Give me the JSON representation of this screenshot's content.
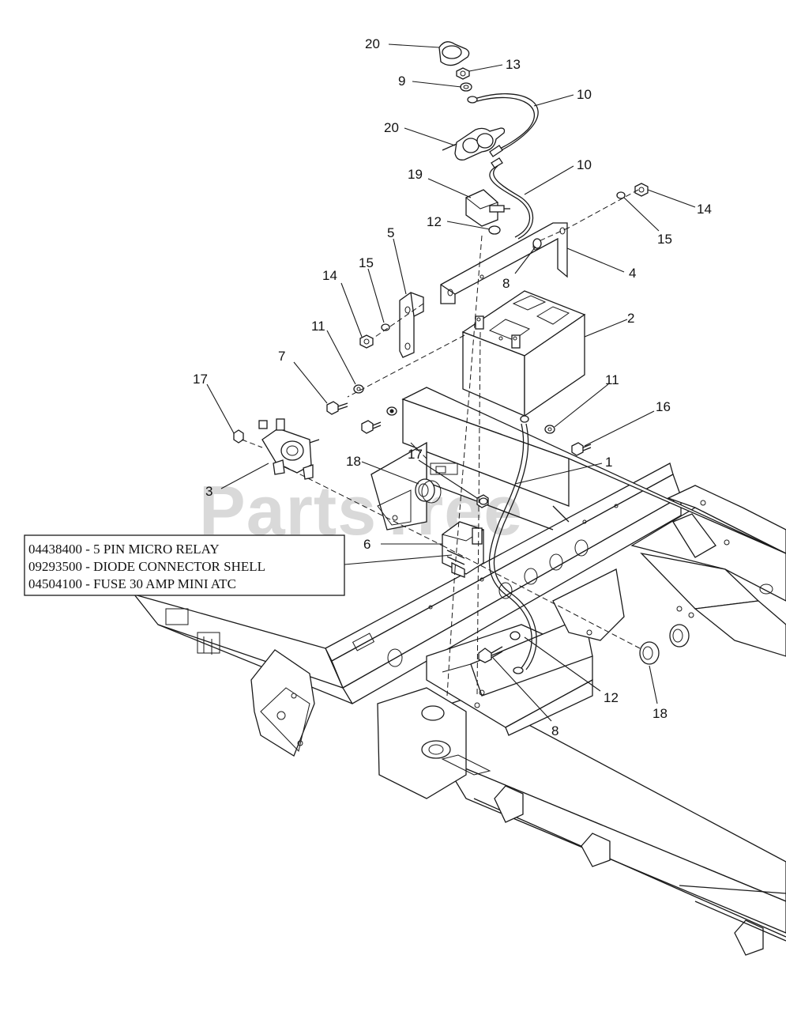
{
  "watermark": "PartsTree",
  "callouts": [
    {
      "id": "c20a",
      "label": "20"
    },
    {
      "id": "c13",
      "label": "13"
    },
    {
      "id": "c9",
      "label": "9"
    },
    {
      "id": "c10a",
      "label": "10"
    },
    {
      "id": "c20b",
      "label": "20"
    },
    {
      "id": "c10b",
      "label": "10"
    },
    {
      "id": "c19",
      "label": "19"
    },
    {
      "id": "c14a",
      "label": "14"
    },
    {
      "id": "c12a",
      "label": "12"
    },
    {
      "id": "c15a",
      "label": "15"
    },
    {
      "id": "c5",
      "label": "5"
    },
    {
      "id": "c4",
      "label": "4"
    },
    {
      "id": "c8a",
      "label": "8"
    },
    {
      "id": "c14b",
      "label": "14"
    },
    {
      "id": "c15b",
      "label": "15"
    },
    {
      "id": "c2",
      "label": "2"
    },
    {
      "id": "c11a",
      "label": "11"
    },
    {
      "id": "c7",
      "label": "7"
    },
    {
      "id": "c17a",
      "label": "17"
    },
    {
      "id": "c11b",
      "label": "11"
    },
    {
      "id": "c16",
      "label": "16"
    },
    {
      "id": "c1",
      "label": "1"
    },
    {
      "id": "c18a",
      "label": "18"
    },
    {
      "id": "c17b",
      "label": "17"
    },
    {
      "id": "c3",
      "label": "3"
    },
    {
      "id": "c6",
      "label": "6"
    },
    {
      "id": "c12b",
      "label": "12"
    },
    {
      "id": "c18b",
      "label": "18"
    },
    {
      "id": "c8b",
      "label": "8"
    }
  ],
  "parts_note": [
    "04438400 - 5 PIN MICRO RELAY",
    "09293500 - DIODE CONNECTOR SHELL",
    "04504100 - FUSE 30 AMP MINI ATC"
  ]
}
